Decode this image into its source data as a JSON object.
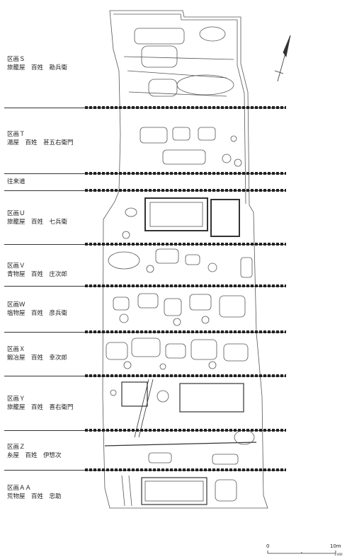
{
  "sections": [
    {
      "code": "区画Ｓ",
      "desc": "旅籠屋　百姓　勘兵衛"
    },
    {
      "code": "区画Ｔ",
      "desc": "湯屋　百姓　甚五右衛門"
    },
    {
      "code": "往来道",
      "desc": ""
    },
    {
      "code": "区画Ｕ",
      "desc": "旅籠屋　百姓　七兵衛"
    },
    {
      "code": "区画Ｖ",
      "desc": "青物屋　百姓　庄次郎"
    },
    {
      "code": "区画Ｗ",
      "desc": "塩物屋　百姓　彦兵衛"
    },
    {
      "code": "区画Ｘ",
      "desc": "鍛冶屋　百姓　幸次郎"
    },
    {
      "code": "区画Ｙ",
      "desc": "旅籠屋　百姓　喜右衛門"
    },
    {
      "code": "区画Ｚ",
      "desc": "糸屋　百姓　伊惣次"
    },
    {
      "code": "区画ＡＡ",
      "desc": "荒物屋　百姓　忠助"
    }
  ],
  "scale_bar": {
    "start": "0",
    "end": "10m",
    "ratio": "1:400"
  },
  "colors": {
    "line": "#222222",
    "plan": "#555555"
  },
  "north_arrow_icon": "north-arrow-icon"
}
